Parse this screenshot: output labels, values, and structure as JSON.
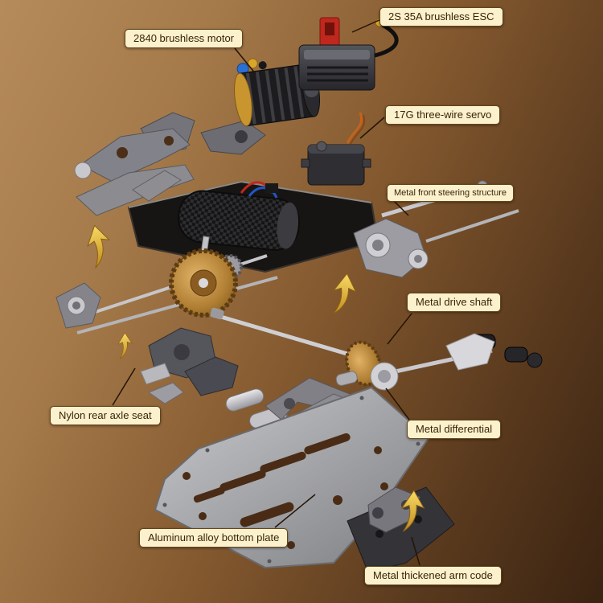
{
  "title": "RC car exploded parts diagram",
  "background": {
    "top_left": "#b68b5b",
    "bottom_right": "#3a2311"
  },
  "label_style": {
    "background": "#fbf1cd",
    "border": "#66441a",
    "text_color": "#3a2408"
  },
  "arrow_color": "#e9b93d",
  "icons": {
    "up_arrow": "curved-up-arrow"
  },
  "labels": {
    "motor": {
      "text": "2840 brushless motor"
    },
    "esc": {
      "text": "2S 35A brushless ESC"
    },
    "servo": {
      "text": "17G three-wire servo"
    },
    "steering": {
      "text": "Metal front steering structure"
    },
    "drive_shaft": {
      "text": "Metal drive shaft"
    },
    "rear_axle": {
      "text": "Nylon rear axle seat"
    },
    "differential": {
      "text": "Metal differential"
    },
    "bottom_plate": {
      "text": "Aluminum alloy bottom plate"
    },
    "arm_code": {
      "text": "Metal thickened arm code"
    }
  },
  "parts_depicted": [
    "brushless motor",
    "brushless ESC",
    "servo",
    "front steering structure",
    "drive shaft",
    "rear axle seat",
    "differential",
    "aluminum bottom plate",
    "arm code bracket",
    "battery in chassis tub",
    "spur gear",
    "suspension arms"
  ]
}
